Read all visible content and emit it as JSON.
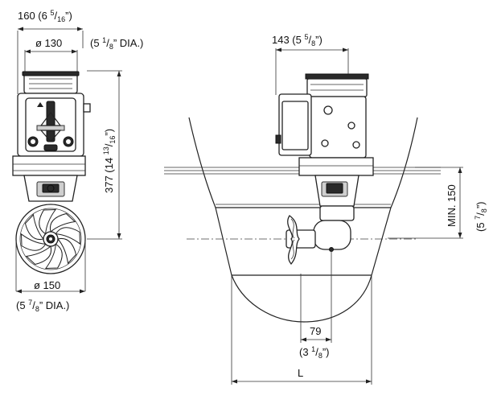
{
  "front_view": {
    "overall_width": {
      "main": "160 (6 ",
      "sup": "5",
      "sep": "/",
      "sub": "16",
      "tail": "”)"
    },
    "motor_diameter": {
      "label": "ø 130",
      "inch_main": "(5 ",
      "sup": "1",
      "sep": "/",
      "sub": "8",
      "tail": "” DIA.)"
    },
    "height": {
      "main": "377 (14 ",
      "sup": "13",
      "sep": "/",
      "sub": "16",
      "tail": "”)"
    },
    "tunnel_diameter": {
      "label": "ø 150",
      "inch_main": "(5 ",
      "sup": "7",
      "sep": "/",
      "sub": "8",
      "tail": "” DIA.)"
    }
  },
  "side_view": {
    "motor_width": {
      "main": "143 (5 ",
      "sup": "5",
      "sep": "/",
      "sub": "8",
      "tail": "”)"
    },
    "min_depth": {
      "label": "MIN. 150",
      "inch_main": "(5 ",
      "sup": "7",
      "sep": "/",
      "sub": "8",
      "tail": "”)"
    },
    "offset": {
      "label": "79",
      "inch_main": "(3 ",
      "sup": "1",
      "sep": "/",
      "sub": "8",
      "tail": "”)"
    },
    "tunnel_length": {
      "label": "L"
    }
  }
}
